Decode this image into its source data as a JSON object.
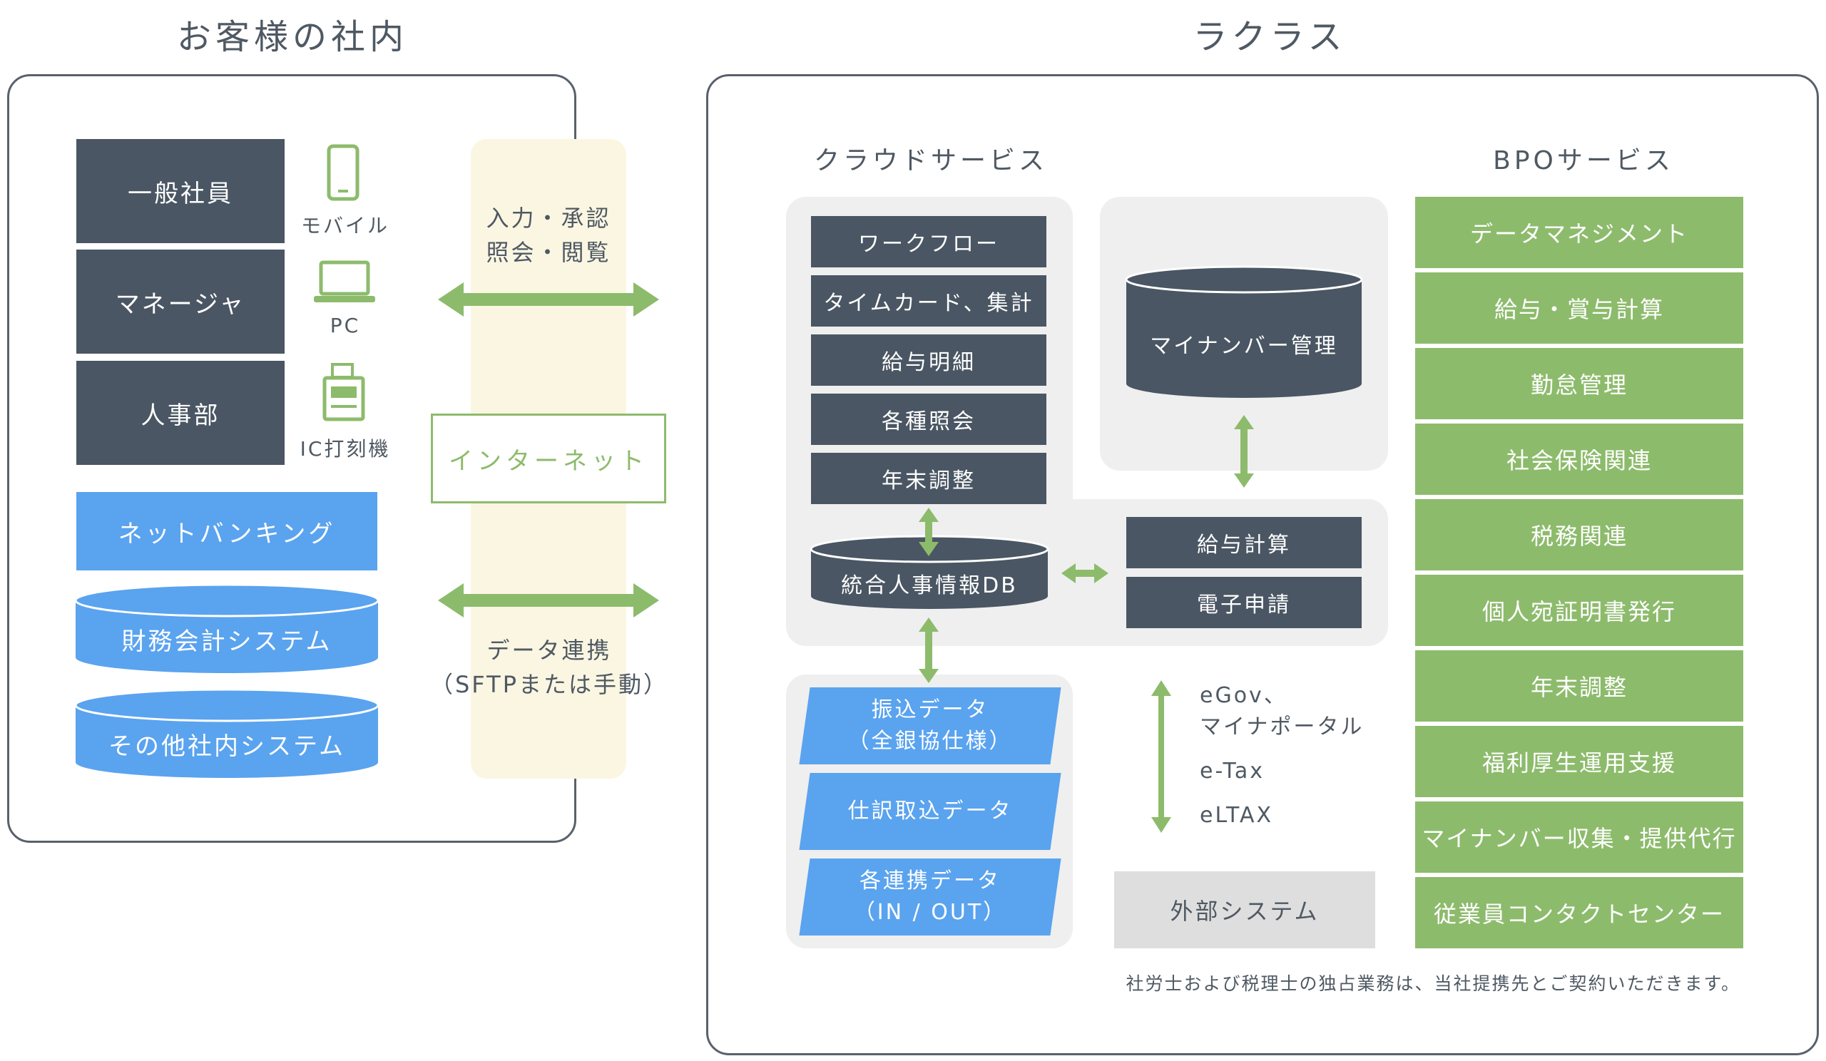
{
  "titles": {
    "customer": "お客様の社内",
    "rakuras": "ラクラス"
  },
  "customer": {
    "roles": [
      "一般社員",
      "マネージャ",
      "人事部"
    ],
    "devices": [
      "モバイル",
      "PC",
      "IC打刻機"
    ],
    "net_banking": "ネットバンキング",
    "systems": [
      "財務会計システム",
      "その他社内システム"
    ]
  },
  "middle": {
    "input_lines": [
      "入力・承認",
      "照会・閲覧"
    ],
    "internet": "インターネット",
    "data_lines": [
      "データ連携",
      "（SFTPまたは手動）"
    ]
  },
  "cloud": {
    "title": "クラウドサービス",
    "modules": [
      "ワークフロー",
      "タイムカード、集計",
      "給与明細",
      "各種照会",
      "年末調整"
    ],
    "db": "統合人事情報DB",
    "mynumber": "マイナンバー管理",
    "payroll": [
      "給与計算",
      "電子申請"
    ],
    "data_items": [
      [
        "振込データ",
        "（全銀協仕様）"
      ],
      [
        "仕訳取込データ"
      ],
      [
        "各連携データ",
        "（IN / OUT）"
      ]
    ],
    "gov_lines": [
      "eGov、",
      "マイナポータル",
      "e-Tax",
      "eLTAX"
    ],
    "external": "外部システム"
  },
  "bpo": {
    "title": "BPOサービス",
    "items": [
      "データマネジメント",
      "給与・賞与計算",
      "勤怠管理",
      "社会保険関連",
      "税務関連",
      "個人宛証明書発行",
      "年末調整",
      "福利厚生運用支援",
      "マイナンバー収集・提供代行",
      "従業員コンタクトセンター"
    ]
  },
  "footnote": "社労士および税理士の独占業務は、当社提携先とご契約いただきます。",
  "colors": {
    "dark": "#4a5663",
    "green": "#8dbb6c",
    "blue": "#5aa3ef",
    "cream": "#fbf6e2",
    "panel": "#efefef",
    "external": "#dedede"
  },
  "icons": [
    "mobile-phone-icon",
    "laptop-icon",
    "ic-time-recorder-icon"
  ]
}
